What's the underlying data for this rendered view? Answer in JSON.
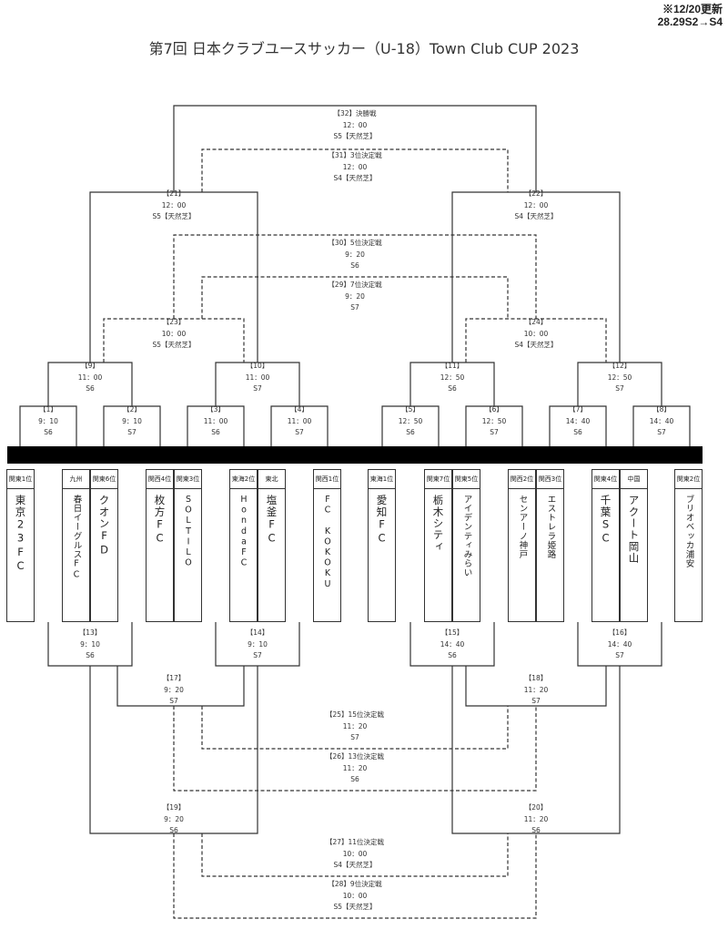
{
  "header": {
    "note_line1": "※12/20更新",
    "note_line2": "28.29S2→S4",
    "title": "第7回 日本クラブユースサッカー（U-18）Town Club CUP 2023"
  },
  "matches": [
    {
      "id": "m1",
      "lines": [
        "【1】",
        "9：10",
        "S6"
      ]
    },
    {
      "id": "m2",
      "lines": [
        "【2】",
        "9：10",
        "S7"
      ]
    },
    {
      "id": "m3",
      "lines": [
        "【3】",
        "11：00",
        "S6"
      ]
    },
    {
      "id": "m4",
      "lines": [
        "【4】",
        "11：00",
        "S7"
      ]
    },
    {
      "id": "m5",
      "lines": [
        "【5】",
        "12：50",
        "S6"
      ]
    },
    {
      "id": "m6",
      "lines": [
        "【6】",
        "12：50",
        "S7"
      ]
    },
    {
      "id": "m7",
      "lines": [
        "【7】",
        "14：40",
        "S6"
      ]
    },
    {
      "id": "m8",
      "lines": [
        "【8】",
        "14：40",
        "S7"
      ]
    },
    {
      "id": "m9",
      "lines": [
        "【9】",
        "11：00",
        "S6"
      ]
    },
    {
      "id": "m10",
      "lines": [
        "【10】",
        "11：00",
        "S7"
      ]
    },
    {
      "id": "m11",
      "lines": [
        "【11】",
        "12：50",
        "S6"
      ]
    },
    {
      "id": "m12",
      "lines": [
        "【12】",
        "12：50",
        "S7"
      ]
    },
    {
      "id": "m13",
      "lines": [
        "【13】",
        "9：10",
        "S6"
      ]
    },
    {
      "id": "m14",
      "lines": [
        "【14】",
        "9：10",
        "S7"
      ]
    },
    {
      "id": "m15",
      "lines": [
        "【15】",
        "14：40",
        "S6"
      ]
    },
    {
      "id": "m16",
      "lines": [
        "【16】",
        "14：40",
        "S7"
      ]
    },
    {
      "id": "m17",
      "lines": [
        "【17】",
        "9：20",
        "S7"
      ]
    },
    {
      "id": "m18",
      "lines": [
        "【18】",
        "11：20",
        "S7"
      ]
    },
    {
      "id": "m19",
      "lines": [
        "【19】",
        "9：20",
        "S6"
      ]
    },
    {
      "id": "m20",
      "lines": [
        "【20】",
        "11：20",
        "S6"
      ]
    },
    {
      "id": "m21",
      "lines": [
        "【21】",
        "12：00",
        "S5【天然芝】"
      ]
    },
    {
      "id": "m22",
      "lines": [
        "【22】",
        "12：00",
        "S4【天然芝】"
      ]
    },
    {
      "id": "m23",
      "lines": [
        "【23】",
        "10：00",
        "S5【天然芝】"
      ]
    },
    {
      "id": "m24",
      "lines": [
        "【24】",
        "10：00",
        "S4【天然芝】"
      ]
    },
    {
      "id": "m25",
      "lines": [
        "【25】15位決定戦",
        "11：20",
        "S7"
      ]
    },
    {
      "id": "m26",
      "lines": [
        "【26】13位決定戦",
        "11：20",
        "S6"
      ]
    },
    {
      "id": "m27",
      "lines": [
        "【27】11位決定戦",
        "10：00",
        "S4【天然芝】"
      ]
    },
    {
      "id": "m28",
      "lines": [
        "【28】9位決定戦",
        "10：00",
        "S5【天然芝】"
      ]
    },
    {
      "id": "m29",
      "lines": [
        "【29】7位決定戦",
        "9：20",
        "S7"
      ]
    },
    {
      "id": "m30",
      "lines": [
        "【30】5位決定戦",
        "9：20",
        "S6"
      ]
    },
    {
      "id": "m31",
      "lines": [
        "【31】3位決定戦",
        "12：00",
        "S4【天然芝】"
      ]
    },
    {
      "id": "m32",
      "lines": [
        "【32】決勝戦",
        "12：00",
        "S5【天然芝】"
      ]
    }
  ],
  "teams": [
    {
      "rank": "関東1位",
      "name": "東京23FC"
    },
    {
      "rank": "九州",
      "name": "春日イーグルスFC"
    },
    {
      "rank": "関東6位",
      "name": "クオンFD"
    },
    {
      "rank": "関西4位",
      "name": "枚方FC"
    },
    {
      "rank": "関東3位",
      "name": "SOLTILO"
    },
    {
      "rank": "東海2位",
      "name": "HondaFC"
    },
    {
      "rank": "東北",
      "name": "塩釜FC"
    },
    {
      "rank": "関西1位",
      "name": "FC KOKOKU"
    },
    {
      "rank": "東海1位",
      "name": "愛知FC"
    },
    {
      "rank": "関東7位",
      "name": "栃木シティ"
    },
    {
      "rank": "関東5位",
      "name": "アイデンティみらい"
    },
    {
      "rank": "関西2位",
      "name": "センアーノ神戸"
    },
    {
      "rank": "関西3位",
      "name": "エストレラ姫路"
    },
    {
      "rank": "関東4位",
      "name": "千葉SC"
    },
    {
      "rank": "中国",
      "name": "アクート岡山"
    },
    {
      "rank": "関東2位",
      "name": "ブリオベッカ浦安"
    }
  ]
}
